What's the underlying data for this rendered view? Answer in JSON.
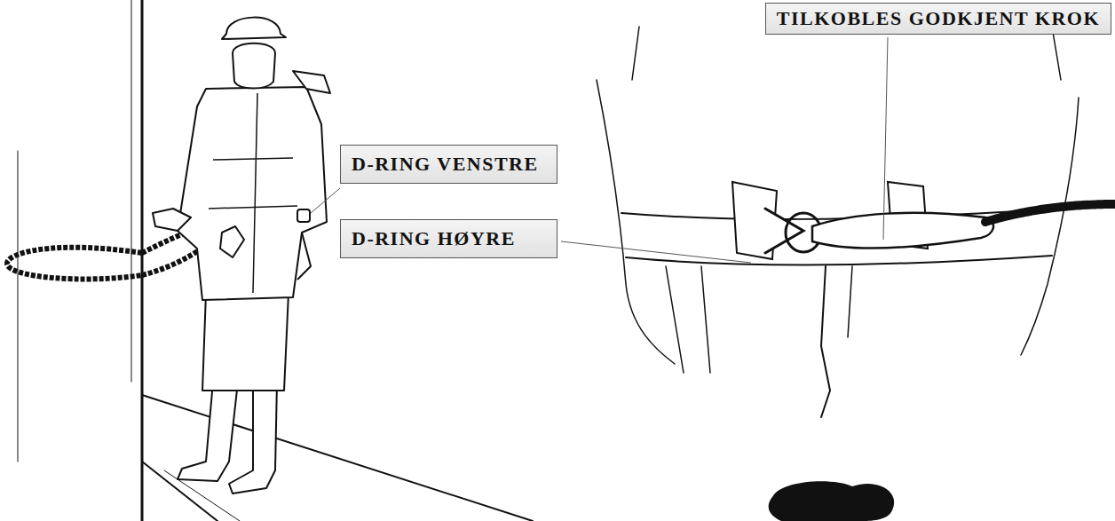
{
  "diagram": {
    "nodes": [
      {
        "text": [
          "TILKOBLES GODKJENT KROK"
        ]
      },
      {
        "text": [
          "D-RING VENSTRE"
        ]
      },
      {
        "text": [
          "D-RING HØYRE"
        ]
      }
    ]
  }
}
